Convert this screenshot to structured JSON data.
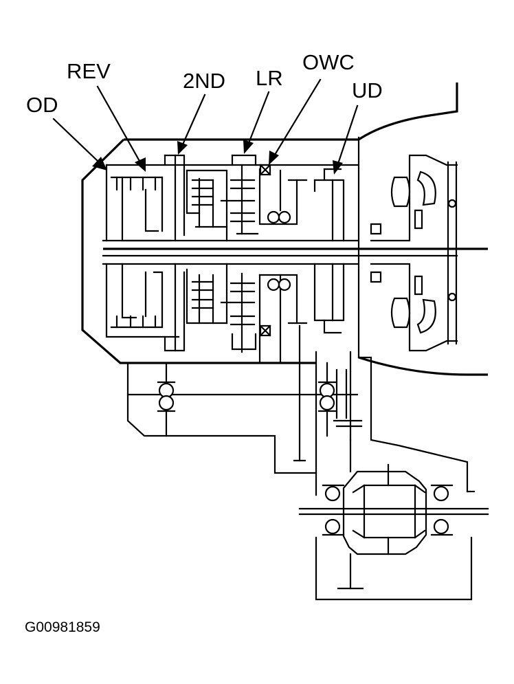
{
  "labels": {
    "od": "OD",
    "rev": "REV",
    "second": "2ND",
    "lr": "LR",
    "owc": "OWC",
    "ud": "UD"
  },
  "figure_code": "G00981859"
}
